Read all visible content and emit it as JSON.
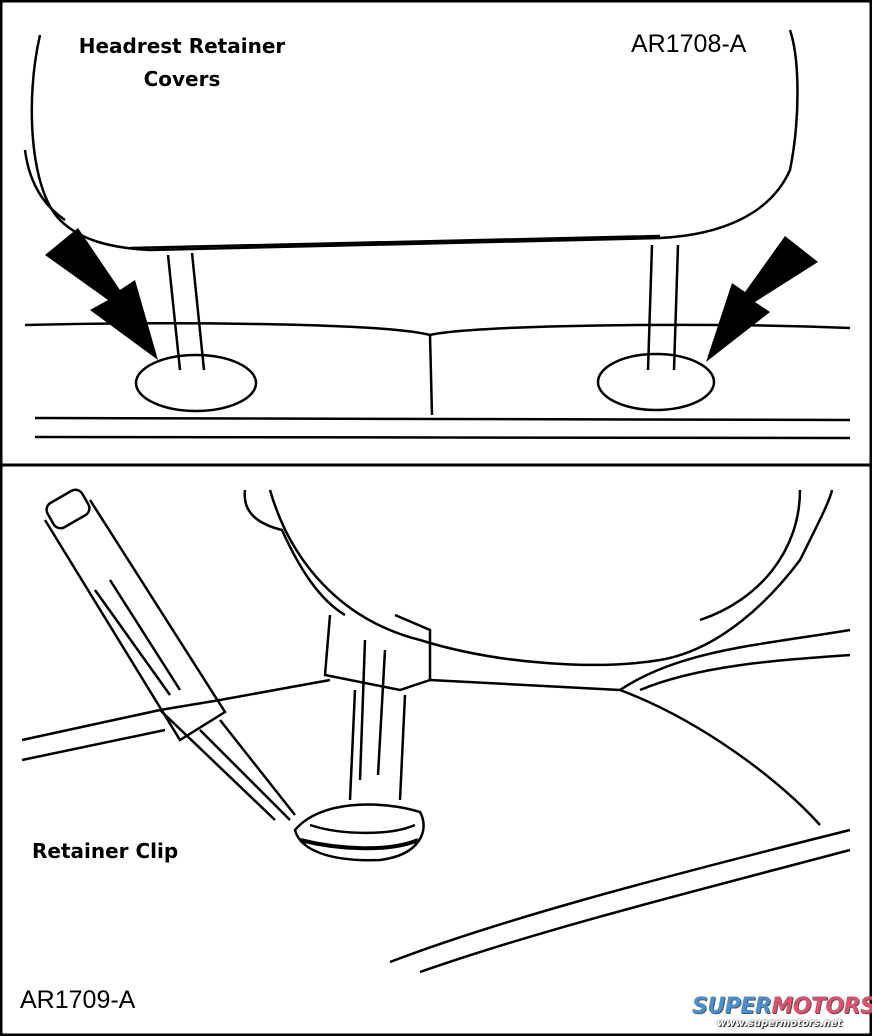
{
  "top_panel": {
    "label": "Headrest Retainer Covers",
    "label_line1": "Headrest Retainer",
    "label_line2": "Covers",
    "figure_code": "AR1708-A"
  },
  "bottom_panel": {
    "label": "Retainer Clip",
    "figure_code": "AR1709-A"
  },
  "watermark": {
    "brand_part1": "SUPER",
    "brand_part2": "MOTORS",
    "url": "www.supermotors.net",
    "colors": {
      "super": "#4a8fd0",
      "motors": "#e0506a"
    }
  }
}
